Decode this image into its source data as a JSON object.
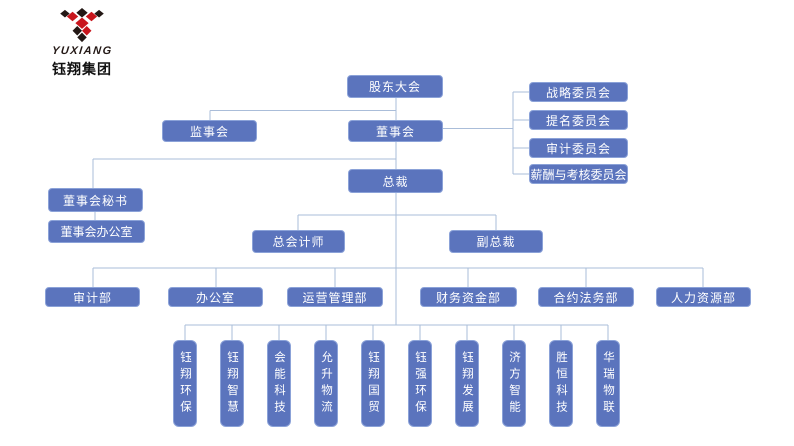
{
  "company": {
    "logo_word": "YUXIANG",
    "name": "钰翔集团"
  },
  "colors": {
    "node_fill": "#5b74bd",
    "node_border": "#8ba2d8",
    "connector": "#aabdd9",
    "logo_red": "#c8161d",
    "logo_black": "#231815",
    "node_text": "#ffffff"
  },
  "org": {
    "root": "股东大会",
    "supervisory_board": "监事会",
    "board": "董事会",
    "committees": [
      "战略委员会",
      "提名委员会",
      "审计委员会",
      "薪酬与考核委员会"
    ],
    "board_secretary": "董事会秘书",
    "board_office": "董事会办公室",
    "president": "总裁",
    "chief_accountant": "总会计师",
    "vice_president": "副总裁",
    "departments": [
      "审计部",
      "办公室",
      "运营管理部",
      "财务资金部",
      "合约法务部",
      "人力资源部"
    ],
    "subsidiaries": [
      "钰翔环保",
      "钰翔智慧",
      "会能科技",
      "允升物流",
      "钰翔国贸",
      "钰强环保",
      "钰翔发展",
      "济方智能",
      "胜恒科技",
      "华瑞物联"
    ]
  }
}
